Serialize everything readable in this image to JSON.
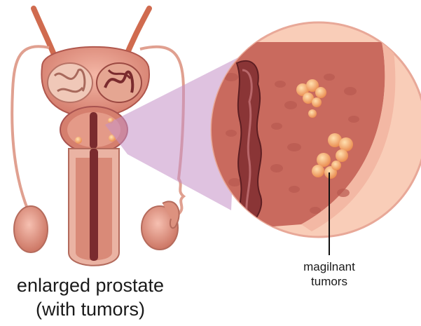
{
  "diagram": {
    "caption_line1": "enlarged prostate",
    "caption_line2": "(with tumors)",
    "tumor_label_line1": "magilnant",
    "tumor_label_line2": "tumors",
    "colors": {
      "tissue_pink": "#e8a496",
      "tissue_dark": "#a85350",
      "inner_red": "#c96a5e",
      "urethra": "#7a2b2e",
      "tumor": "#f0a060",
      "magnifier_fill": "#f9cdb8",
      "zoom_beam": "#c58fc6",
      "text": "#1a1a1a"
    }
  }
}
